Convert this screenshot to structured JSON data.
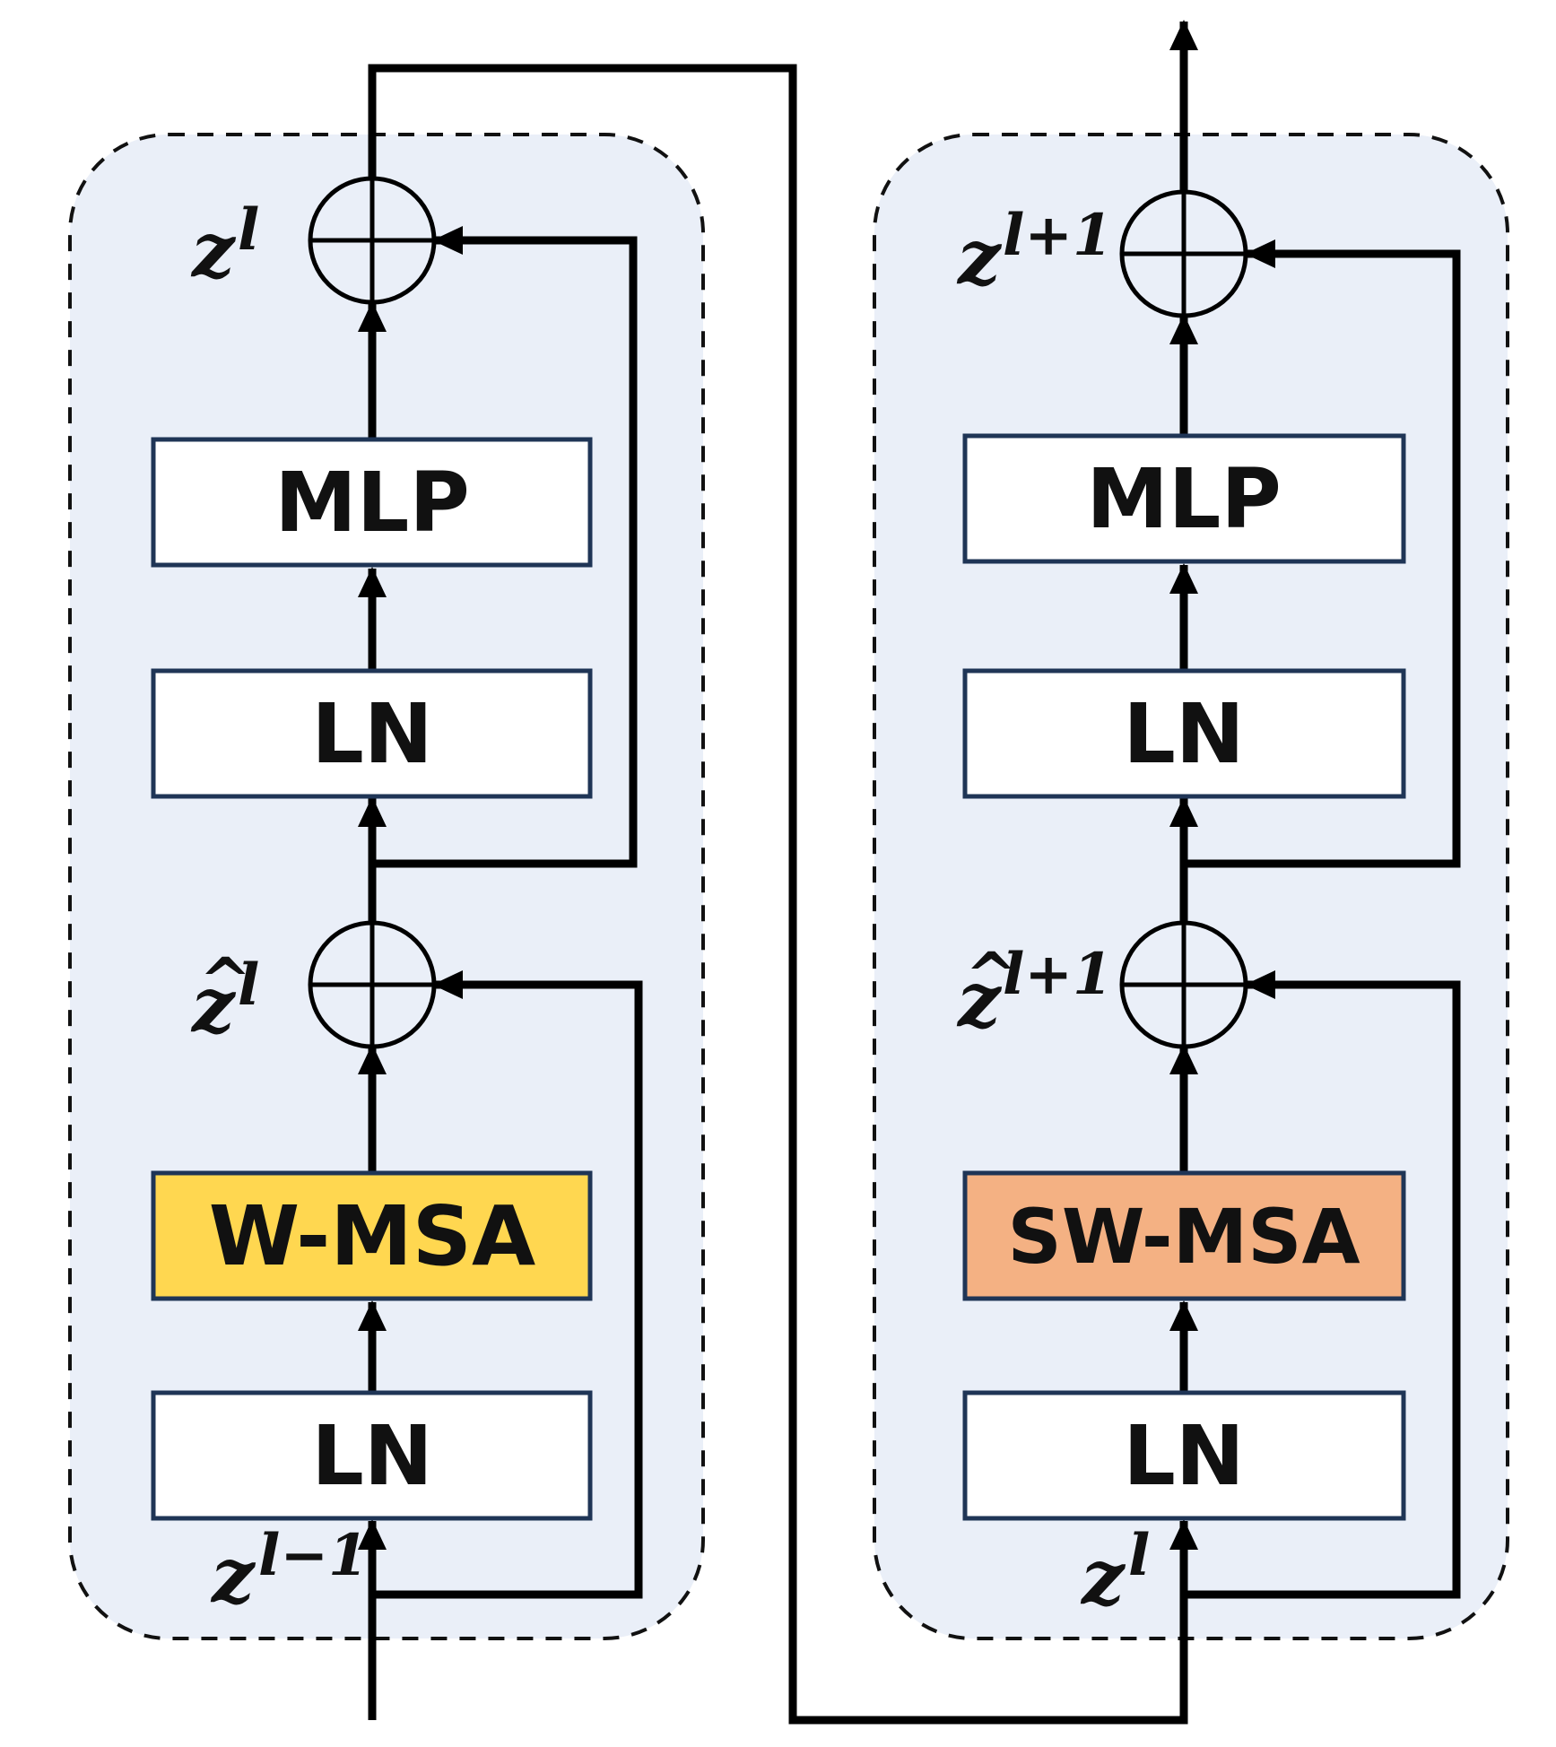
{
  "colors": {
    "panel_fill": "#EAEFF8",
    "box_fill": "#ffffff",
    "box_stroke": "#1f3556",
    "wmsa_fill": "#FFD750",
    "swmsa_fill": "#F4B183",
    "line": "#000000"
  },
  "left_block": {
    "mlp_label": "MLP",
    "ln_top_label": "LN",
    "msa_label": "W-MSA",
    "ln_bottom_label": "LN",
    "output_var": {
      "base": "z",
      "sup": "l"
    },
    "intermediate_var": {
      "base": "z",
      "hat": "^",
      "sup": "l"
    },
    "input_var": {
      "base": "z",
      "sup": "l−1"
    }
  },
  "right_block": {
    "mlp_label": "MLP",
    "ln_top_label": "LN",
    "msa_label": "SW-MSA",
    "ln_bottom_label": "LN",
    "output_var": {
      "base": "z",
      "sup": "l+1"
    },
    "intermediate_var": {
      "base": "z",
      "hat": "^",
      "sup": "l+1"
    },
    "input_var": {
      "base": "z",
      "sup": "l"
    }
  },
  "icons": {
    "sum_node": "circle-plus-icon",
    "arrow": "arrow-head-icon"
  }
}
